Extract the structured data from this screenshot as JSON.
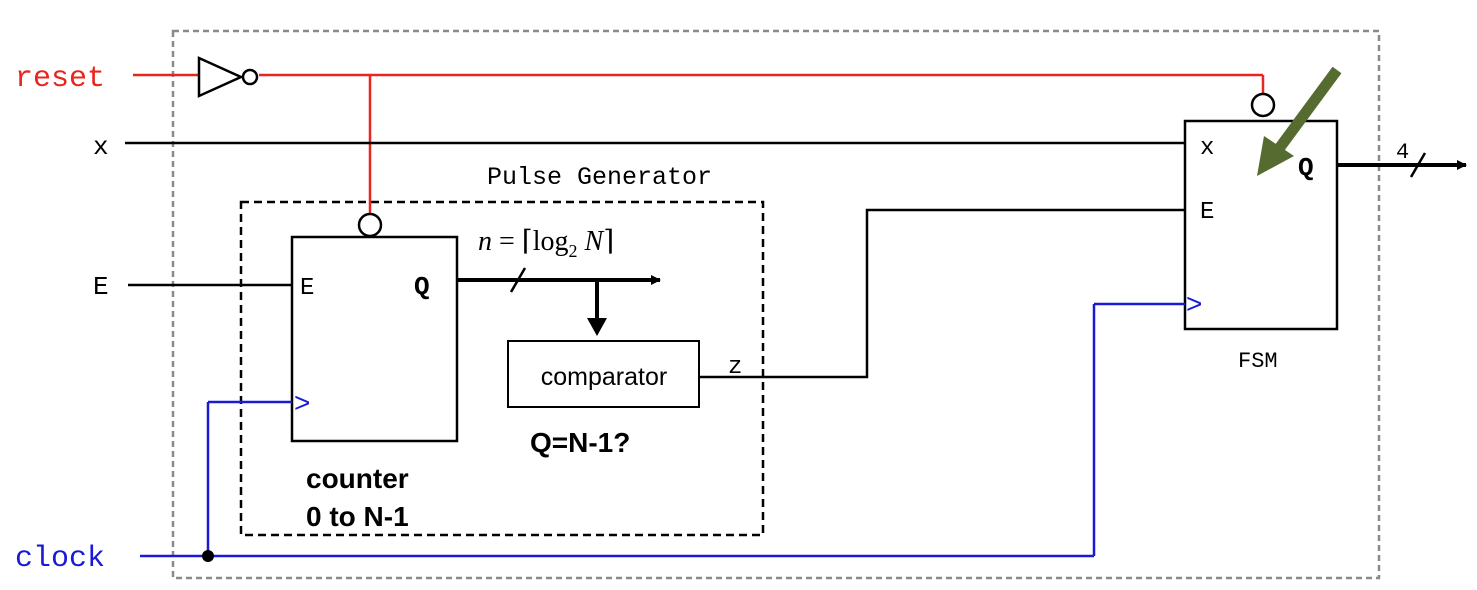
{
  "inputs": {
    "reset": "reset",
    "x": "x",
    "E": "E",
    "clock": "clock"
  },
  "pulse_generator": {
    "title": "Pulse Generator",
    "counter": {
      "port_E": "E",
      "port_Q": "Q",
      "clock_marker": ">",
      "label_line1": "counter",
      "label_line2": "0 to N-1"
    },
    "bus_label": {
      "n": "n",
      "eq": "=",
      "log": "log",
      "base": "2",
      "N": "N"
    },
    "comparator": {
      "label": "comparator",
      "condition": "Q=N-1?",
      "output": "z"
    }
  },
  "fsm": {
    "label": "FSM",
    "port_x": "x",
    "port_E": "E",
    "port_Q": "Q",
    "clock_marker": ">",
    "output_width": "4"
  },
  "colors": {
    "reset": "#e8251f",
    "clock": "#1a1ad6",
    "wire": "#000000",
    "border": "#8a8a8a",
    "arrow": "#556b2f"
  }
}
